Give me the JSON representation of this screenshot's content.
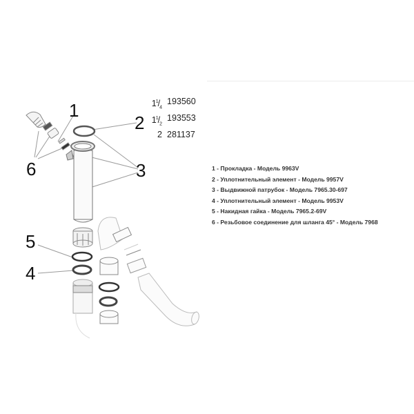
{
  "callouts": {
    "c1": "1",
    "c2": "2",
    "c3": "3",
    "c4": "4",
    "c5": "5",
    "c6": "6"
  },
  "size_table": {
    "rows": [
      {
        "size_whole": "1",
        "size_frac": "1/4",
        "code": "193560"
      },
      {
        "size_whole": "1",
        "size_frac": "1/2",
        "code": "193553"
      },
      {
        "size_whole": "2",
        "size_frac": "",
        "code": "281137"
      }
    ]
  },
  "legend": {
    "items": [
      "1 - Прокладка - Модель 9963V",
      "2 - Уплотнительный элемент - Модель 9957V",
      "3 - Выдвижной патрубок - Модель 7965.30-697",
      "4 - Уплотнительный элемент - Модель 9953V",
      "5 - Накидная гайка - Модель 7965.2-69V",
      "6 - Резьбовое соединение для шланга 45° - Модель 7968"
    ]
  },
  "colors": {
    "line": "#9a9a9a",
    "dark_ring": "#3a3a3a",
    "text": "#111111"
  }
}
